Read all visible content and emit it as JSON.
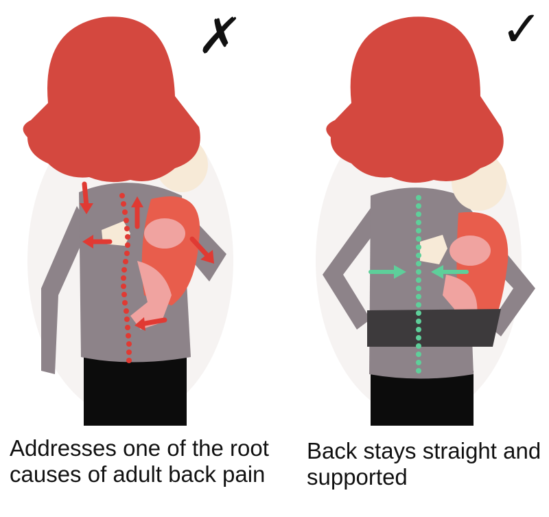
{
  "colors": {
    "hair": "#d4483f",
    "sweater": "#8d8389",
    "pants": "#0c0c0c",
    "baby_skin": "#f0a3a0",
    "baby_carrier": "#e85d4c",
    "bad_arrows": "#e03a33",
    "good_arrows": "#5ecf9a",
    "support_belt": "#3d3a3c"
  },
  "panels": [
    {
      "icon": "cross-mark-icon",
      "verdict": "incorrect"
    },
    {
      "icon": "check-mark-icon",
      "verdict": "correct"
    }
  ],
  "captions": {
    "left": "Addresses one of the root causes of adult back pain",
    "right": "Back stays straight and supported"
  }
}
